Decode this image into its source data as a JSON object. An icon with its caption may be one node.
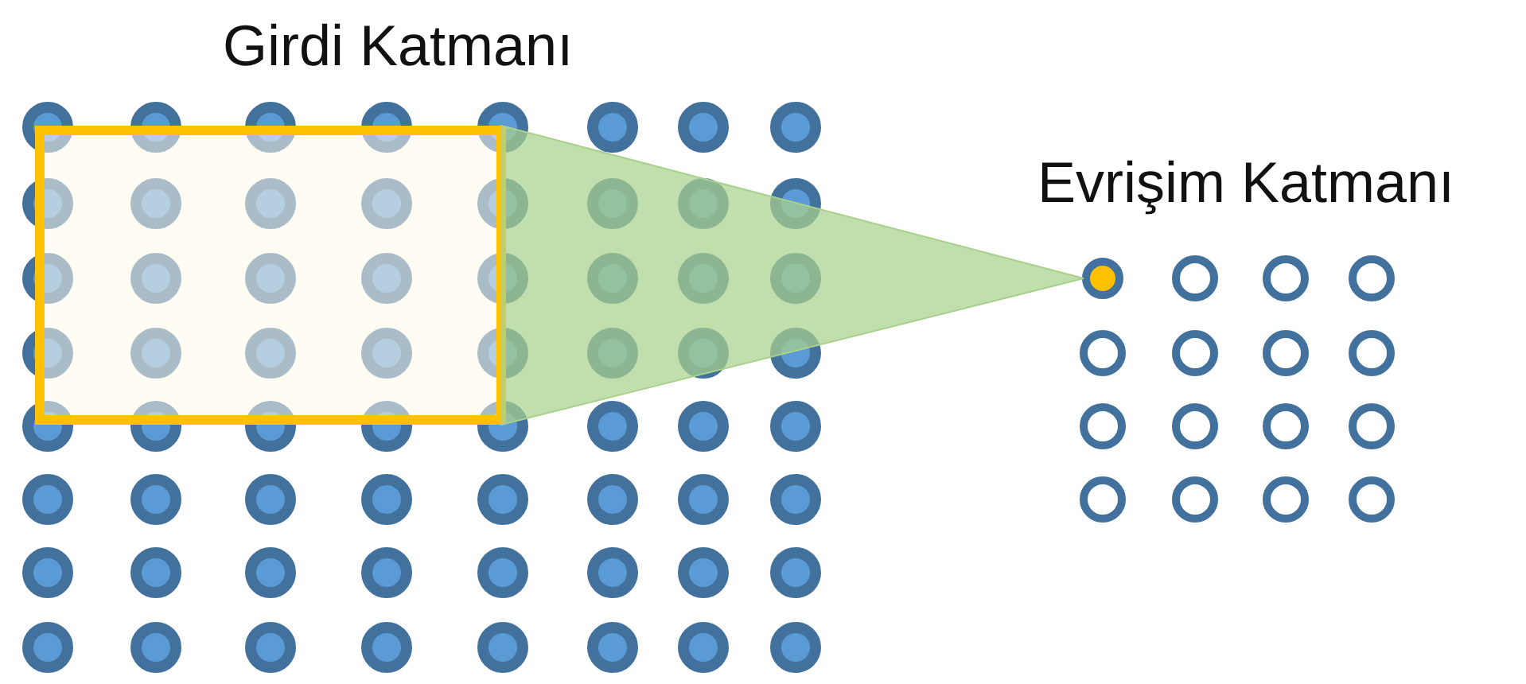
{
  "diagram": {
    "nodes": [
      {
        "text": [
          "Girdi Katmanı"
        ]
      },
      {
        "text": [],
        "shape": "box",
        "in": 0
      },
      {
        "text": [
          "Evrişim Katmanı"
        ]
      },
      {
        "text": [],
        "shape": "circle",
        "in": 2
      }
    ],
    "edges": [
      {
        "from": 1,
        "to": 3,
        "arrow": "none",
        "color": "#a9d18e"
      }
    ]
  }
}
